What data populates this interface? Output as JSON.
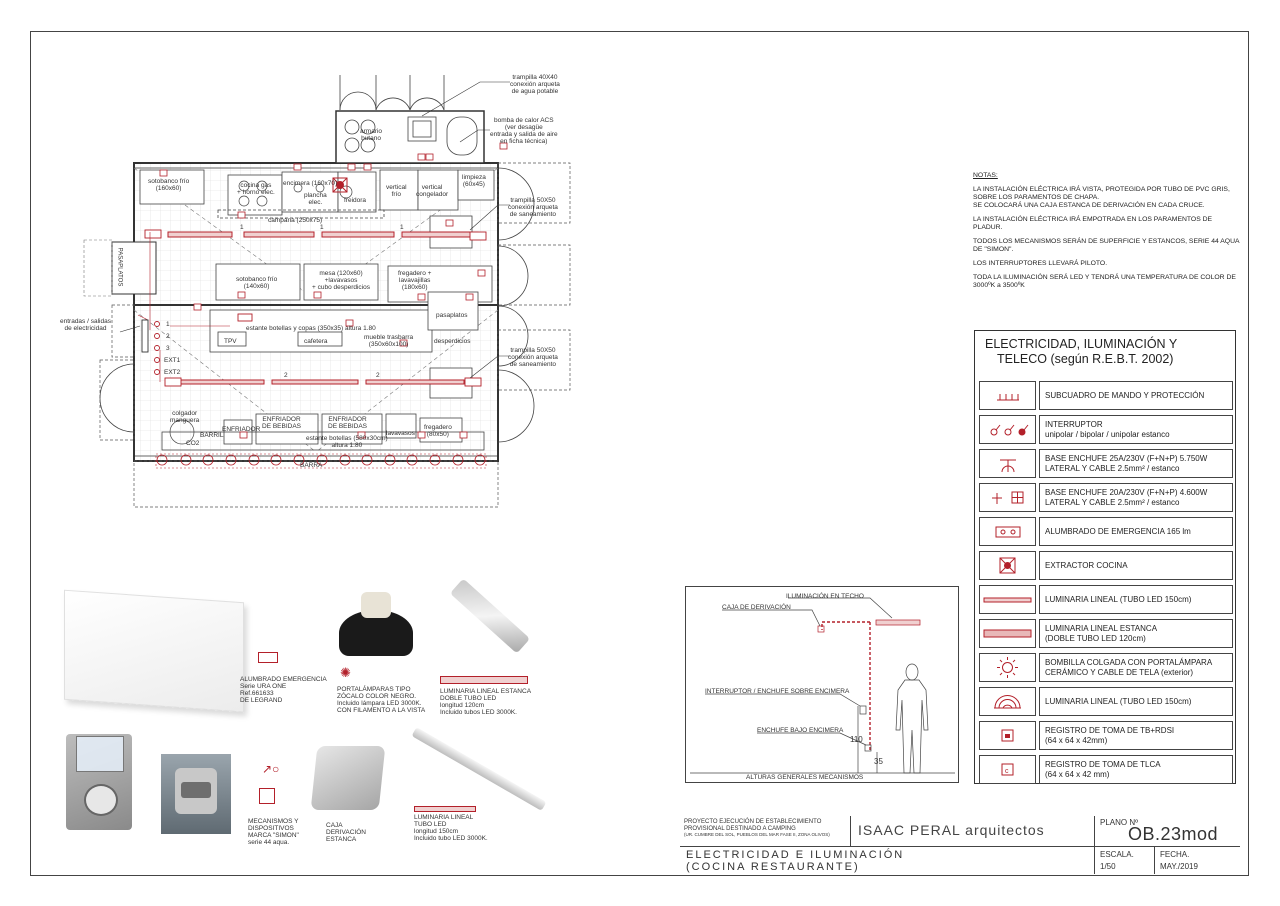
{
  "plan": {
    "labels": {
      "trampilla1": [
        "trampilla 40X40",
        "conexión arqueta",
        "de agua potable"
      ],
      "bomba": [
        "bomba de calor ACS",
        "(ver desagüe",
        "entrada y salida de aire",
        "en ficha técnica)"
      ],
      "trampilla2": [
        "trampilla 50X50",
        "conexión arqueta",
        "de saneamiento"
      ],
      "trampilla3": [
        "trampilla 50X50",
        "conexión arqueta",
        "de saneamiento"
      ],
      "entradas": [
        "entradas / salidas",
        "de electricidad"
      ],
      "pasaplatos_left": "PASAPLATOS",
      "armario": [
        "armario",
        "butano"
      ],
      "sotobanco1": [
        "sotobanco frío",
        "(160x60)"
      ],
      "cocina_gas": [
        "cocina gas",
        "+ horno elec."
      ],
      "encimera": [
        "encimera (160x70)"
      ],
      "plancha": [
        "plancha",
        "elec."
      ],
      "freidora": "freidora",
      "vertical_frio": [
        "vertical",
        "frío"
      ],
      "vertical_congelador": [
        "vertical",
        "congelador"
      ],
      "limpieza": [
        "limpieza",
        "(60x45)"
      ],
      "campana": "campana (250x75)",
      "sotobanco2": [
        "sotobanco frío",
        "(140x60)"
      ],
      "mesa": [
        "mesa (120x60)",
        "+lavavasos",
        "+ cubo desperdicios"
      ],
      "fregadero1": [
        "fregadero +",
        "lavavajillas",
        "(180x60)"
      ],
      "pasaplatos_right": "pasaplatos",
      "estante1": "estante botellas y copas (350x35) altura 1.80",
      "tpv": "TPV",
      "cafetera": "cafetera",
      "mueble": [
        "mueble trasbarra",
        "(350x60x100)"
      ],
      "desperdicios": "desperdicios",
      "colgador": [
        "colgador",
        "manguera"
      ],
      "barril": "BARRIL",
      "co2": "CO2",
      "enfriador1": "ENFRIADOR",
      "enfriador2": [
        "ENFRIADOR",
        "DE BEBIDAS"
      ],
      "enfriador3": [
        "ENFRIADOR",
        "DE BEBIDAS"
      ],
      "lavavasos": "lavavasos",
      "fregadero2": [
        "fregadero",
        "(80x50)"
      ],
      "estante2": [
        "estante botellas (580x30cm)",
        "altura 1.80"
      ],
      "barra": "BARRA",
      "circuits": [
        "1",
        "2",
        "3",
        "EXT1",
        "EXT2"
      ],
      "line1": "1",
      "line2": "2"
    }
  },
  "products": {
    "emergencia": [
      "ALUMBRADO EMERGENCIA",
      "Serie URA ONE",
      "Ref.661633",
      "DE LEGRAND"
    ],
    "portalamparas": [
      "PORTALÁMPARAS TIPO",
      "ZÓCALO COLOR NEGRO.",
      "Incluido lámpara LED 3000K.",
      "CON FILAMENTO A LA VISTA"
    ],
    "luminaria_estanca": [
      "LUMINARIA LINEAL ESTANCA",
      "DOBLE TUBO LED",
      "longitud 120cm",
      "Incluido tubos LED 3000K."
    ],
    "mecanismos": [
      "MECANISMOS Y",
      "DISPOSITIVOS",
      "MARCA \"SIMON\"",
      "serie 44 aqua."
    ],
    "caja": [
      "CAJA",
      "DERIVACIÓN",
      "ESTANCA"
    ],
    "luminaria_lineal": [
      "LUMINARIA LINEAL",
      "TUBO LED",
      "longitud 150cm",
      "Incluido tubo LED 3000K."
    ]
  },
  "section": {
    "iluminacion_techo": "ILUMINACIÓN EN TECHO",
    "caja_derivacion": "CAJA DE DERIVACIÓN",
    "interruptor": "INTERRUPTOR / ENCHUFE SOBRE ENCIMERA",
    "enchufe_bajo": "ENCHUFE BAJO ENCIMERA",
    "h110": "110",
    "h35": "35",
    "alturas": "ALTURAS GENERALES MECANISMOS"
  },
  "notes": {
    "heading": "NOTAS:",
    "paragraphs": [
      "LA INSTALACIÓN ELÉCTRICA IRÁ VISTA, PROTEGIDA POR TUBO DE PVC GRIS, SOBRE LOS PARAMENTOS DE CHAPA.\nSE COLOCARÁ UNA CAJA ESTANCA DE DERIVACIÓN EN CADA CRUCE.",
      "LA INSTALACIÓN ELÉCTRICA IRÁ EMPOTRADA EN LOS PARAMENTOS DE PLADUR.",
      "TODOS LOS MECANISMOS SERÁN DE SUPERFICIE Y ESTANCOS, SERIE 44 AQUA DE \"SIMON\".",
      "LOS INTERRUPTORES LLEVARÁ PILOTO.",
      "TODA LA ILUMINACIÓN SERÁ LED Y TENDRÁ UNA TEMPERATURA DE COLOR DE 3000ºK a 3500ºK"
    ]
  },
  "legend": {
    "title_line1": "ELECTRICIDAD, ILUMINACIÓN Y",
    "title_line2": "TELECO (según R.E.B.T. 2002)",
    "rows": [
      {
        "icon": "subcuadro-icon",
        "line1": "SUBCUADRO DE MANDO Y PROTECCIÓN",
        "line2": ""
      },
      {
        "icon": "interruptor-icon",
        "line1": "INTERRUPTOR",
        "line2": "unipolar / bipolar / unipolar estanco"
      },
      {
        "icon": "base-enchufe-25a-icon",
        "line1": "BASE ENCHUFE 25A/230V (F+N+P) 5.750W",
        "line2": "LATERAL Y CABLE 2.5mm² / estanco"
      },
      {
        "icon": "base-enchufe-20a-icon",
        "line1": "BASE ENCHUFE 20A/230V (F+N+P) 4.600W",
        "line2": "LATERAL Y CABLE 2.5mm² / estanco"
      },
      {
        "icon": "alumbrado-emergencia-icon",
        "line1": "ALUMBRADO DE EMERGENCIA 165 lm",
        "line2": ""
      },
      {
        "icon": "extractor-icon",
        "line1": "EXTRACTOR COCINA",
        "line2": ""
      },
      {
        "icon": "luminaria-lineal-icon",
        "line1": "LUMINARIA LINEAL (TUBO LED 150cm)",
        "line2": ""
      },
      {
        "icon": "luminaria-estanca-icon",
        "line1": "LUMINARIA LINEAL ESTANCA",
        "line2": "(DOBLE TUBO LED 120cm)"
      },
      {
        "icon": "bombilla-icon",
        "line1": "BOMBILLA COLGADA CON PORTALÁMPARA",
        "line2": "CERÁMICO Y CABLE DE TELA (exterior)"
      },
      {
        "icon": "luminaria-arco-icon",
        "line1": "LUMINARIA LINEAL (TUBO LED 150cm)",
        "line2": ""
      },
      {
        "icon": "registro-tb-icon",
        "line1": "REGISTRO DE TOMA DE TB+RDSI",
        "line2": "(64 x 64 x 42mm)"
      },
      {
        "icon": "registro-tlca-icon",
        "line1": "REGISTRO DE TOMA DE TLCA",
        "line2": "(64 x 64 x 42 mm)"
      }
    ]
  },
  "titleblock": {
    "proyecto": [
      "PROYECTO EJECUCIÓN DE ESTABLECIMIENTO",
      "PROVISIONAL DESTINADO A CAMPING",
      "(UR. CUMBRE DEL SOL, PUEBLOS DEL MAR FASE II, ZONA OLIVOS)"
    ],
    "estudio": "ISAAC PERAL arquitectos",
    "plano_label": "PLANO Nº",
    "plano_num": "OB.23mod",
    "titulo1": "ELECTRICIDAD E ILUMINACIÓN",
    "titulo2": "(COCINA RESTAURANTE)",
    "escala_label": "ESCALA.",
    "escala": "1/50",
    "fecha_label": "FECHA.",
    "fecha": "MAY./2019"
  },
  "colors": {
    "accent": "#b3202a",
    "line": "#444444",
    "grid": "#d8d8d8"
  }
}
